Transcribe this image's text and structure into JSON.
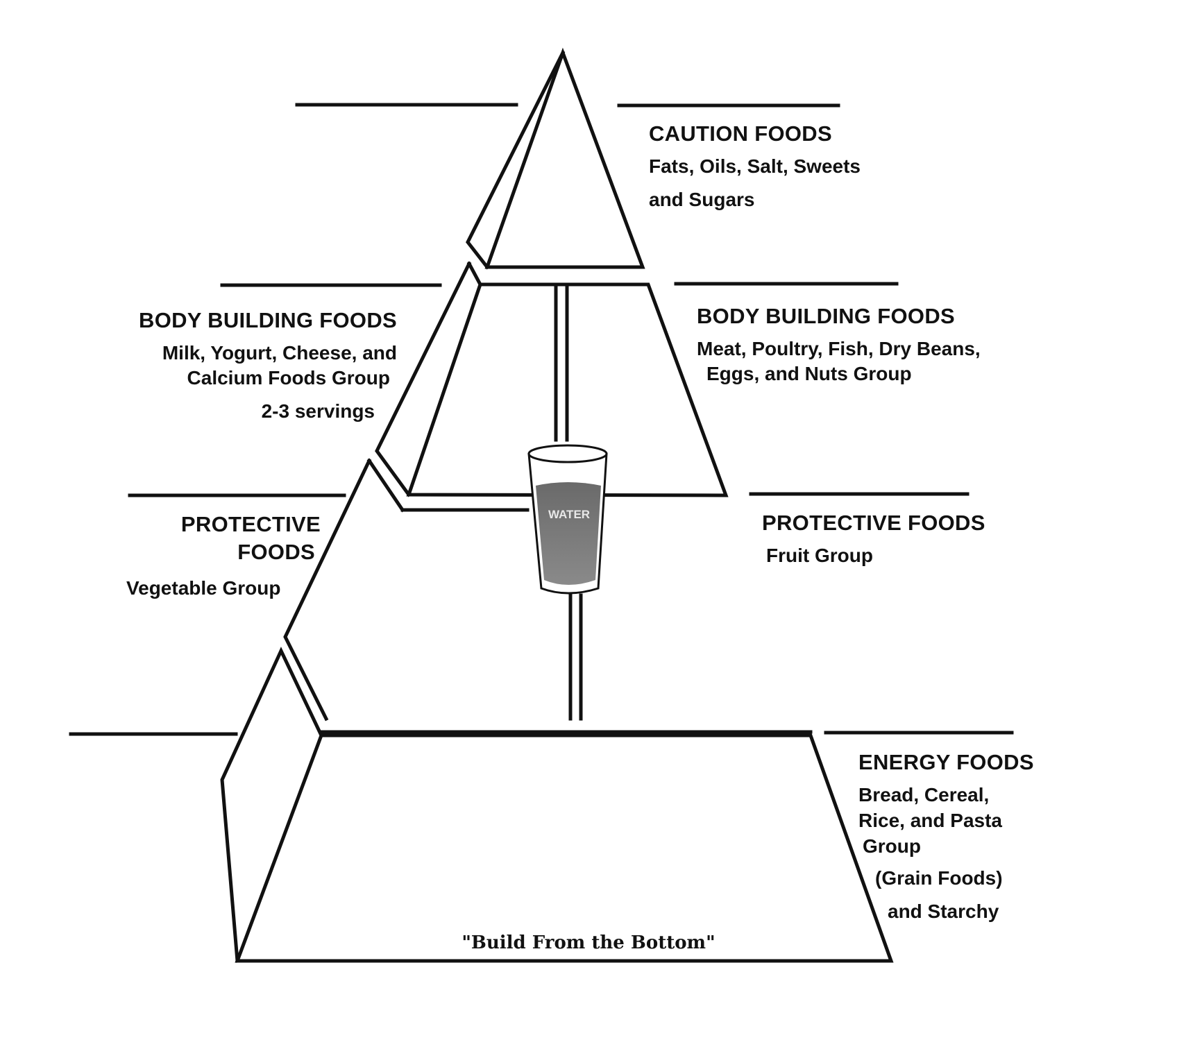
{
  "caution": {
    "title": "CAUTION FOODS",
    "line1": "Fats, Oils, Salt, Sweets",
    "line2": "and Sugars"
  },
  "body_building_left": {
    "title": "BODY BUILDING FOODS",
    "line1": "Milk, Yogurt, Cheese, and",
    "line2": "Calcium Foods Group",
    "line3": "2-3 servings"
  },
  "body_building_right": {
    "title": "BODY BUILDING FOODS",
    "line1": "Meat, Poultry, Fish, Dry Beans,",
    "line2": "Eggs, and Nuts Group"
  },
  "protective_left": {
    "title_line1": "PROTECTIVE",
    "title_line2": "FOODS",
    "line1": "Vegetable  Group"
  },
  "protective_right": {
    "title": "PROTECTIVE  FOODS",
    "line1": "Fruit  Group"
  },
  "energy": {
    "title": "ENERGY FOODS",
    "line1": "Bread,  Cereal,",
    "line2": "Rice, and Pasta",
    "line3": "Group",
    "line4": "(Grain Foods)",
    "line5": "and Starchy"
  },
  "water_label": "WATER",
  "motto": "\"Build From the Bottom\""
}
